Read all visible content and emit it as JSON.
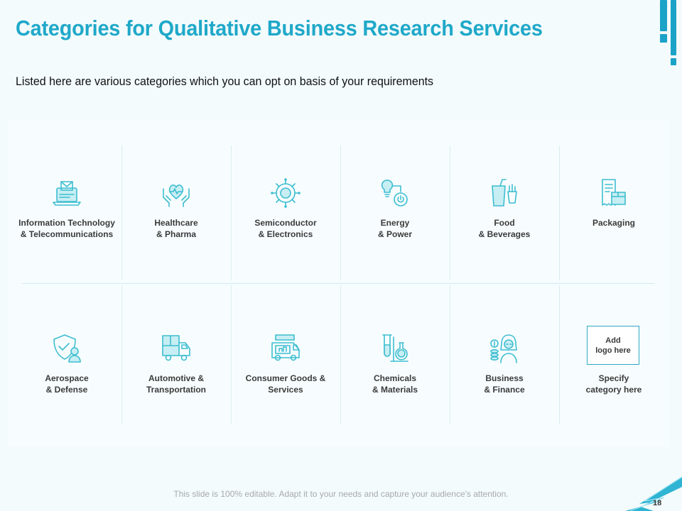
{
  "slide": {
    "title": "Categories for Qualitative Business Research Services",
    "subtitle": "Listed here are various categories which you can opt on basis of your requirements",
    "footer": "This slide is 100% editable. Adapt it to your needs and capture your audience's attention.",
    "page_number": "18"
  },
  "colors": {
    "accent": "#1fa8c9",
    "icon": "#3dbdd0",
    "background": "#f3fbfc"
  },
  "categories": [
    {
      "line1": "Information Technology",
      "line2": "& Telecommunications",
      "icon": "laptop-mail-icon"
    },
    {
      "line1": "Healthcare",
      "line2": "& Pharma",
      "icon": "heart-hands-icon"
    },
    {
      "line1": "Semiconductor",
      "line2": "& Electronics",
      "icon": "chip-icon"
    },
    {
      "line1": "Energy",
      "line2": "& Power",
      "icon": "bulb-power-icon"
    },
    {
      "line1": "Food",
      "line2": "& Beverages",
      "icon": "drink-fries-icon"
    },
    {
      "line1": "Packaging",
      "line2": "",
      "icon": "package-icon"
    },
    {
      "line1": "Aerospace",
      "line2": "& Defense",
      "icon": "shield-person-icon"
    },
    {
      "line1": "Automotive &",
      "line2": "Transportation",
      "icon": "truck-icon"
    },
    {
      "line1": "Consumer Goods &",
      "line2": "Services",
      "icon": "van-icon"
    },
    {
      "line1": "Chemicals",
      "line2": "& Materials",
      "icon": "flask-icon"
    },
    {
      "line1": "Business",
      "line2": "& Finance",
      "icon": "businesswoman-coins-icon"
    },
    {
      "line1": "Specify",
      "line2": "category here",
      "icon": ""
    }
  ],
  "logo_placeholder": {
    "line1": "Add",
    "line2": "logo here"
  }
}
